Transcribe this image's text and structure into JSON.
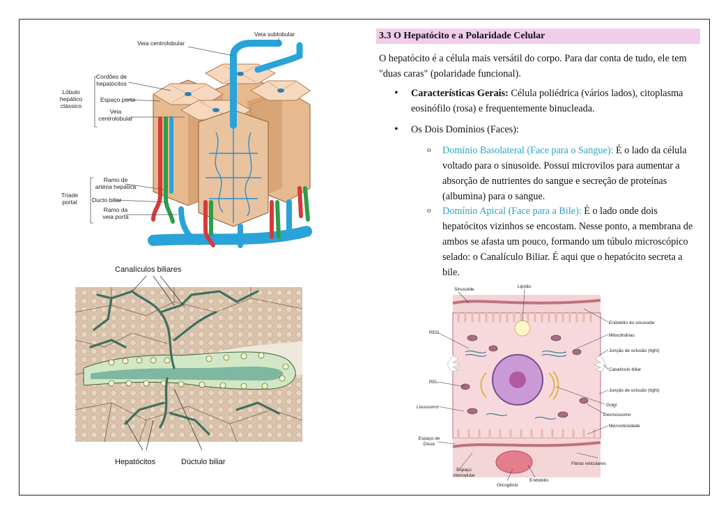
{
  "section": {
    "heading": "3.3 O Hepatócito e a Polaridade Celular",
    "intro": "O hepatócito é a célula mais versátil do corpo. Para dar conta de tudo, ele tem \"duas caras\" (polaridade funcional).",
    "bullets": [
      {
        "bold": "Características Gerais:",
        "text": " Célula poliédrica (vários lados), citoplasma eosinófilo (rosa) e frequentemente binucleada."
      },
      {
        "bold": "",
        "text": "Os Dois Domínios (Faces):"
      }
    ],
    "sub_items": [
      {
        "title": "Domínio Basolateral (Face para o Sangue):",
        "text": " É o lado da célula voltado para o sinusoide. Possui microvilos para aumentar a absorção de nutrientes do sangue e secreção de proteínas (albumina) para o sangue."
      },
      {
        "title": "Domínio Apical (Face para a Bile):",
        "text": " É o lado onde dois hepatócitos vizinhos se encostam. Nesse ponto, a membrana de ambos se afasta um pouco, formando um túbulo microscópico selado: o Canalículo Biliar. É aqui que o hepatócito secreta a bile."
      }
    ]
  },
  "figure_lobule": {
    "labels": {
      "veia_sublobular": "Veia sublobular",
      "veia_centrolobular_top": "Veia centrolobular",
      "cordoes": "Cordões de hepatócitos",
      "lobulo": "Lóbulo hepático clássico",
      "espaco_porta": "Espaço porta",
      "veia_centrolobular": "Veia centrolobular",
      "ramo_arteria": "Ramo de artéria hepática",
      "triade": "Tríade portal",
      "ducto": "Ducto biliar",
      "ramo_veia": "Ramo da veia porta"
    }
  },
  "figure_canaliculi": {
    "labels": {
      "canaliculos": "Canalículos biliares",
      "hepatocitos": "Hepatócitos",
      "ductulo": "Dúctulo biliar"
    }
  },
  "figure_cell": {
    "labels": {
      "sinusoide": "Sinusoide",
      "lipidio": "Lipídio",
      "endotelio_sinusoide": "Endotélio do sinusoide",
      "reg": "REG",
      "mitocondrias": "Mitocôndrias",
      "juncao1": "Junção de oclusão (tight)",
      "canaliculo": "Canalículo biliar",
      "rel": "REL",
      "juncao2": "Junção de oclusão (tight)",
      "golgi": "Golgi",
      "lisossomo": "Lisossomo",
      "desmossomo": "Desmossomo",
      "microvilosidade": "Microvilosidade",
      "espaco_disse": "Espaço de Disse",
      "espaco_intercelular": "Espaço intercelular",
      "fibras": "Fibras reticulares",
      "endotelio": "Endotélio",
      "glicogenio": "Glicogênio"
    }
  }
}
